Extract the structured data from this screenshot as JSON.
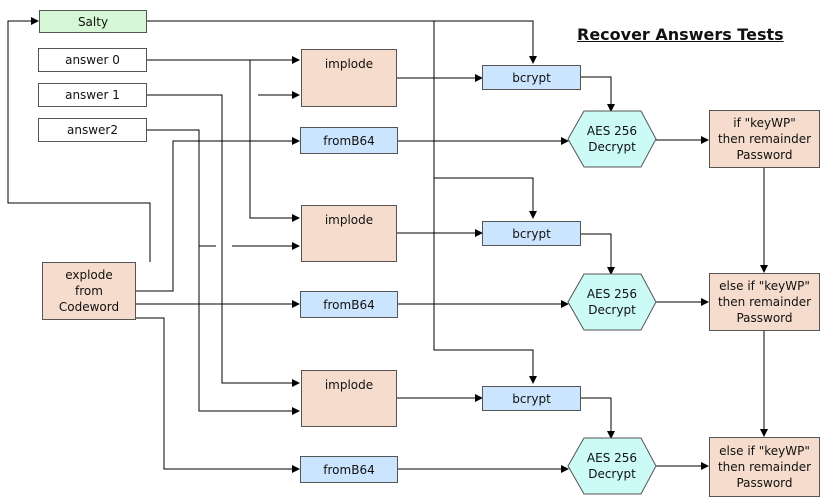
{
  "title": "Recover Answers Tests",
  "inputs": {
    "salty": "Salty",
    "answer0": "answer 0",
    "answer1": "answer 1",
    "answer2": "answer2"
  },
  "explode": "explode\nfrom\nCodeword",
  "implode_label": "implode",
  "bcrypt_label": "bcrypt",
  "fromb64_label": "fromB64",
  "aes_label": "AES 256\nDecrypt",
  "results": [
    "if \"keyWP\"\nthen remainder\nPassword",
    "else if \"keyWP\"\nthen remainder\nPassword",
    "else if \"keyWP\"\nthen remainder\nPassword"
  ],
  "colors": {
    "salt_fill": "#d6f7d6",
    "implode_fill": "#f5dccc",
    "bcrypt_fill": "#cce5ff",
    "aes_fill": "#ccfaf7",
    "line": "#000000"
  }
}
